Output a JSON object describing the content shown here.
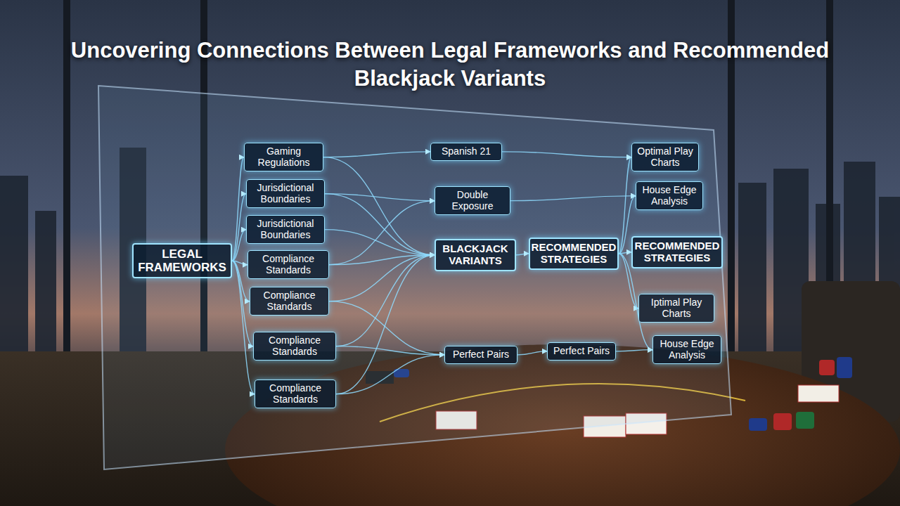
{
  "diagram": {
    "title": "Uncovering Connections Between Legal Frameworks and Recommended Blackjack Variants",
    "nodes": [
      {
        "text": [
          "LEGAL FRAMEWORKS"
        ]
      },
      {
        "text": [
          "Gaming Regulations"
        ]
      },
      {
        "text": [
          "Jurisdictional Boundaries"
        ]
      },
      {
        "text": [
          "Jurisdictional Boundaries"
        ]
      },
      {
        "text": [
          "Compliance Standards"
        ]
      },
      {
        "text": [
          "Compliance Standards"
        ]
      },
      {
        "text": [
          "Compliance Standards"
        ]
      },
      {
        "text": [
          "Compliance Standards"
        ]
      },
      {
        "text": [
          "Spanish 21"
        ]
      },
      {
        "text": [
          "Double Exposure"
        ]
      },
      {
        "text": [
          "BLACKJACK VARIANTS"
        ]
      },
      {
        "text": [
          "Perfect Pairs"
        ]
      },
      {
        "text": [
          "RECOMMENDED STRATEGIES"
        ]
      },
      {
        "text": [
          "Perfect Pairs"
        ]
      },
      {
        "text": [
          "Optimal Play Charts"
        ]
      },
      {
        "text": [
          "House Edge Analysis"
        ]
      },
      {
        "text": [
          "RECOMMENDED STRATEGIES"
        ]
      },
      {
        "text": [
          "Iptimal Play Charts"
        ]
      },
      {
        "text": [
          "House Edge Analysis"
        ]
      }
    ],
    "edges": [
      {
        "from": 0,
        "to": 1,
        "arrow": "to"
      },
      {
        "from": 0,
        "to": 2,
        "arrow": "to"
      },
      {
        "from": 0,
        "to": 3,
        "arrow": "to"
      },
      {
        "from": 0,
        "to": 4,
        "arrow": "to"
      },
      {
        "from": 0,
        "to": 5,
        "arrow": "to"
      },
      {
        "from": 0,
        "to": 6,
        "arrow": "to"
      },
      {
        "from": 0,
        "to": 7,
        "arrow": "to"
      },
      {
        "from": 1,
        "to": 8,
        "arrow": "to"
      },
      {
        "from": 1,
        "to": 10,
        "arrow": "to"
      },
      {
        "from": 2,
        "to": 9,
        "arrow": "to"
      },
      {
        "from": 2,
        "to": 10,
        "arrow": "to"
      },
      {
        "from": 3,
        "to": 10,
        "arrow": "to"
      },
      {
        "from": 4,
        "to": 10,
        "arrow": "to"
      },
      {
        "from": 4,
        "to": 9,
        "arrow": "to"
      },
      {
        "from": 5,
        "to": 10,
        "arrow": "to"
      },
      {
        "from": 5,
        "to": 11,
        "arrow": "to"
      },
      {
        "from": 6,
        "to": 11,
        "arrow": "to"
      },
      {
        "from": 6,
        "to": 10,
        "arrow": "to"
      },
      {
        "from": 7,
        "to": 10,
        "arrow": "to"
      },
      {
        "from": 7,
        "to": 11,
        "arrow": "to"
      },
      {
        "from": 8,
        "to": 14,
        "arrow": "to"
      },
      {
        "from": 9,
        "to": 15,
        "arrow": "to"
      },
      {
        "from": 10,
        "to": 12,
        "arrow": "to"
      },
      {
        "from": 11,
        "to": 13,
        "arrow": "to"
      },
      {
        "from": 12,
        "to": 14,
        "arrow": "to"
      },
      {
        "from": 12,
        "to": 15,
        "arrow": "to"
      },
      {
        "from": 12,
        "to": 16,
        "arrow": "to"
      },
      {
        "from": 12,
        "to": 17,
        "arrow": "to"
      },
      {
        "from": 12,
        "to": 18,
        "arrow": "to"
      },
      {
        "from": 13,
        "to": 18,
        "arrow": "to"
      }
    ]
  }
}
